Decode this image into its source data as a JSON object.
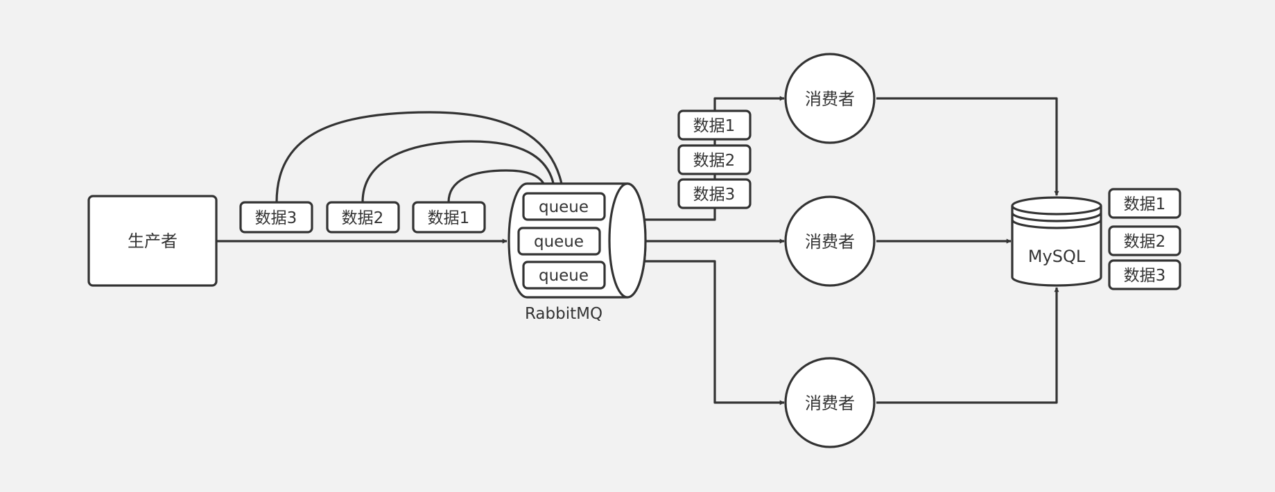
{
  "producer": {
    "label": "生产者"
  },
  "broker": {
    "label": "RabbitMQ",
    "queues": [
      {
        "label": "queue"
      },
      {
        "label": "queue"
      },
      {
        "label": "queue"
      }
    ]
  },
  "in_flight": [
    {
      "label": "数据3"
    },
    {
      "label": "数据2"
    },
    {
      "label": "数据1"
    }
  ],
  "consumers": [
    {
      "label": "消费者"
    },
    {
      "label": "消费者"
    },
    {
      "label": "消费者"
    }
  ],
  "dispatched": [
    {
      "label": "数据1"
    },
    {
      "label": "数据2"
    },
    {
      "label": "数据3"
    }
  ],
  "database": {
    "label": "MySQL",
    "records": [
      {
        "label": "数据1"
      },
      {
        "label": "数据2"
      },
      {
        "label": "数据3"
      }
    ]
  },
  "colors": {
    "background": "#f2f2f2",
    "stroke": "#333333",
    "fill": "#ffffff"
  }
}
